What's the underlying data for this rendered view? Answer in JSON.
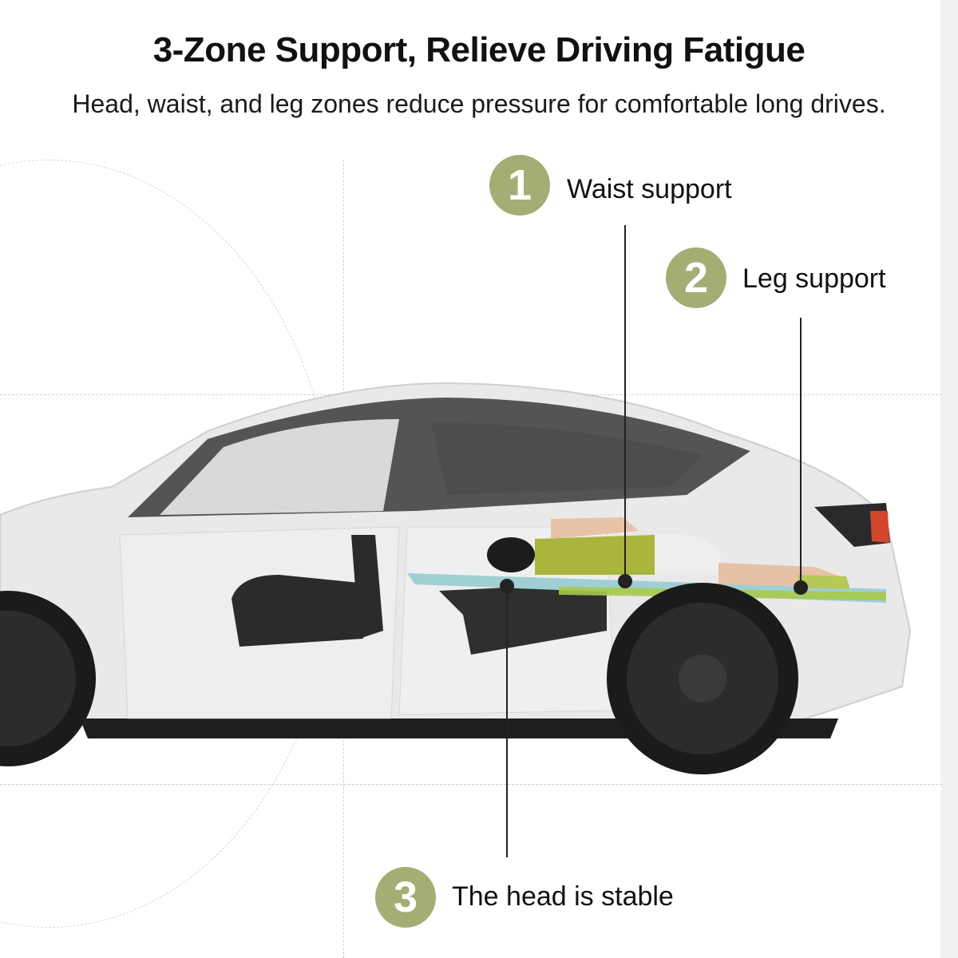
{
  "header": {
    "title": "3-Zone Support, Relieve Driving Fatigue",
    "subtitle": "Head, waist, and leg zones reduce pressure for comfortable long drives."
  },
  "colors": {
    "badge_green": "#a4ad74",
    "mattress_blue": "#9fcfd2",
    "mattress_green": "#a9c94a",
    "shirt_green": "#a9b53c",
    "text": "#111111",
    "guide_lines": "#cfcfcf"
  },
  "callouts": [
    {
      "number": "1",
      "label": "Waist support",
      "icon": "number-badge-1"
    },
    {
      "number": "2",
      "label": "Leg support",
      "icon": "number-badge-2"
    },
    {
      "number": "3",
      "label": "The head is stable",
      "icon": "number-badge-3"
    }
  ],
  "illustration": {
    "subject": "car-side-cutaway-with-person-lying-on-mattress"
  }
}
